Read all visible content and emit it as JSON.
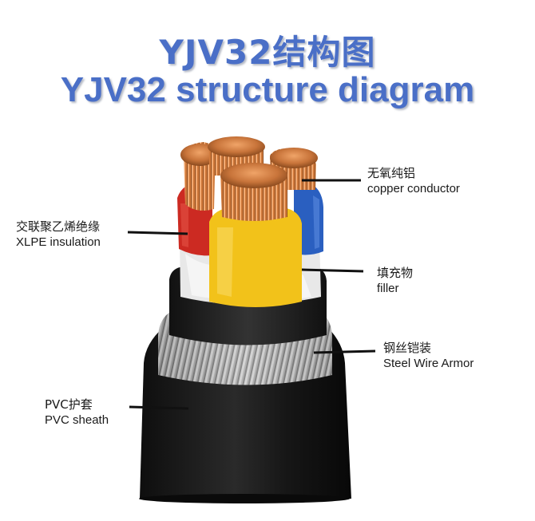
{
  "title": {
    "cn": "YJV32结构图",
    "en": "YJV32 structure diagram"
  },
  "labels": [
    {
      "id": "conductor",
      "cn": "无氧纯铝",
      "en": "copper conductor"
    },
    {
      "id": "insulation",
      "cn": "交联聚乙烯绝缘",
      "en": "XLPE insulation"
    },
    {
      "id": "filler",
      "cn": "填充物",
      "en": "filler"
    },
    {
      "id": "armor",
      "cn": "钢丝铠装",
      "en": "Steel Wire Armor"
    },
    {
      "id": "sheath",
      "cn": "PVC护套",
      "en": "PVC sheath"
    }
  ],
  "colors": {
    "title": "#4a6fc7",
    "sheath": "#1c1c1c",
    "armor": "#9a9a9a",
    "copper": "#c8743a",
    "red_insulation": "#cc2a22",
    "yellow_insulation": "#f2c21a",
    "blue_insulation": "#2a5fc0",
    "filler": "#eaeaea"
  }
}
